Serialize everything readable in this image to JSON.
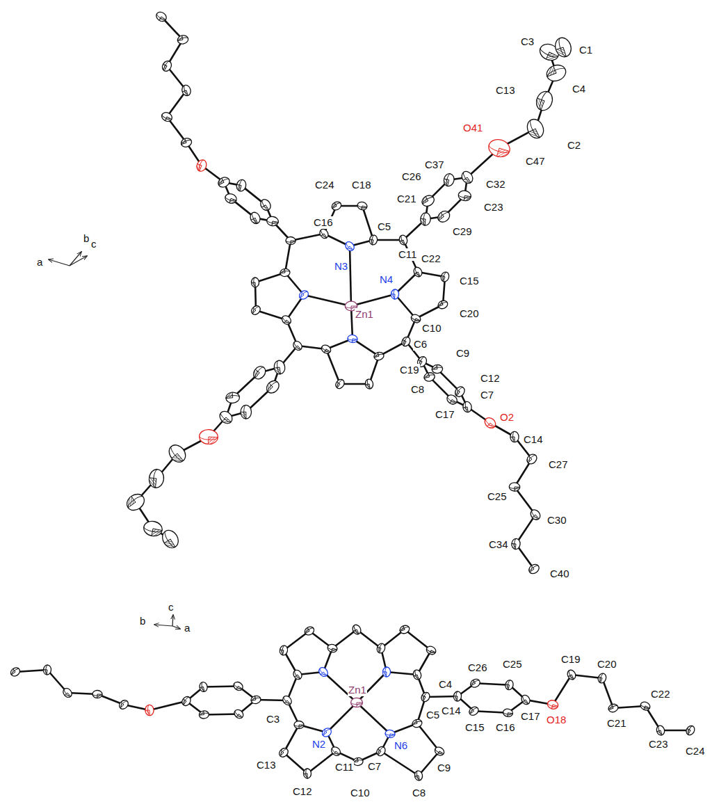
{
  "diagram": {
    "labels": [
      "a",
      "b",
      "c",
      "C3",
      "C1",
      "C13",
      "C4",
      "O41",
      "C2",
      "C47",
      "C37",
      "C26",
      "C32",
      "C24",
      "C18",
      "C21",
      "C23",
      "C29",
      "C16",
      "C5",
      "C11",
      "N3",
      "N4",
      "C22",
      "C15",
      "Zn1",
      "C20",
      "C10",
      "C6",
      "C9",
      "C19",
      "C12",
      "C8",
      "C7",
      "C17",
      "O2",
      "C14",
      "C27",
      "C25",
      "C30",
      "C34",
      "C40",
      "c",
      "b",
      "a",
      "C26",
      "C25",
      "C19",
      "C20",
      "C4",
      "Zn1",
      "C14",
      "C17",
      "O18",
      "C22",
      "C21",
      "N2",
      "N6",
      "C15",
      "C16",
      "C3",
      "C5",
      "C13",
      "C9",
      "C23",
      "C24",
      "C11",
      "C7",
      "C12",
      "C10",
      "C8"
    ]
  }
}
